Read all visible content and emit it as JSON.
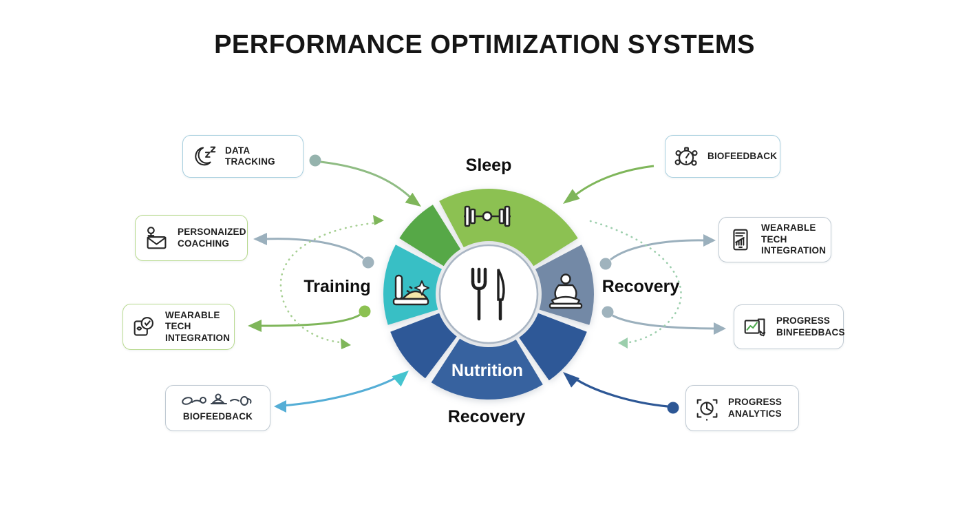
{
  "title": "PERFORMANCE OPTIMIZATION SYSTEMS",
  "donut": {
    "center_icon": "fork-knife",
    "labels": {
      "top": "Sleep",
      "left": "Training",
      "right": "Recovery",
      "bottom": "Recovery",
      "inner_bottom": "Nutrition"
    },
    "segments": [
      {
        "name": "sleep-main",
        "color": "#8CC152"
      },
      {
        "name": "sleep-secondary",
        "color": "#56A847"
      },
      {
        "name": "training",
        "color": "#38BFC5"
      },
      {
        "name": "nutrition-left",
        "color": "#2E5897"
      },
      {
        "name": "nutrition-center",
        "color": "#37629F"
      },
      {
        "name": "nutrition-right",
        "color": "#2E5897"
      },
      {
        "name": "recovery",
        "color": "#7389A6"
      }
    ],
    "inner_ring_color": "#aab6c4",
    "nutrition_text_color": "#ffffff"
  },
  "boxes": {
    "left": [
      {
        "label": "DATA TRACKING",
        "icon": "moon-zz-icon",
        "border": "#a6cede"
      },
      {
        "label": "PERSONAIZED COACHING",
        "icon": "coach-envelope-icon",
        "border": "#b7d98e"
      },
      {
        "label": "WEARABLE TECH INTEGRATION",
        "icon": "smartwatch-icon",
        "border": "#b7d98e"
      },
      {
        "label": "BIOFEEDBACK",
        "icon": "stretch-figures-icon",
        "border": "#bfc9d2"
      }
    ],
    "right": [
      {
        "label": "BIOFEEDBACK",
        "icon": "stopwatch-icon",
        "border": "#a6cede"
      },
      {
        "label": "WEARABLE TECH INTEGRATION",
        "icon": "phone-chart-icon",
        "border": "#bfc9d2"
      },
      {
        "label": "PROGRESS BINFEEDBACS",
        "icon": "progress-chart-icon",
        "border": "#bfc9d2"
      },
      {
        "label": "PROGRESS ANALYTICS",
        "icon": "pie-brackets-icon",
        "border": "#bfc9d2"
      }
    ]
  },
  "palette": {
    "arrow_green": "#7fb65a",
    "arrow_green_soft": "#8fbc83",
    "arrow_gray": "#9bb0bd",
    "arrow_light_blue": "#55aed6",
    "arrow_teal": "#45c4cf",
    "arrow_dark_blue": "#2d5795",
    "dash_green": "#a6cf92",
    "dash_teal": "#9bceac",
    "dot_gray": "#9fb3bd",
    "dot_teal_gray": "#95b3ad",
    "dot_green": "#8cc152",
    "dot_dark_blue": "#2d5795",
    "background": "#ffffff",
    "title_color": "#151515"
  }
}
